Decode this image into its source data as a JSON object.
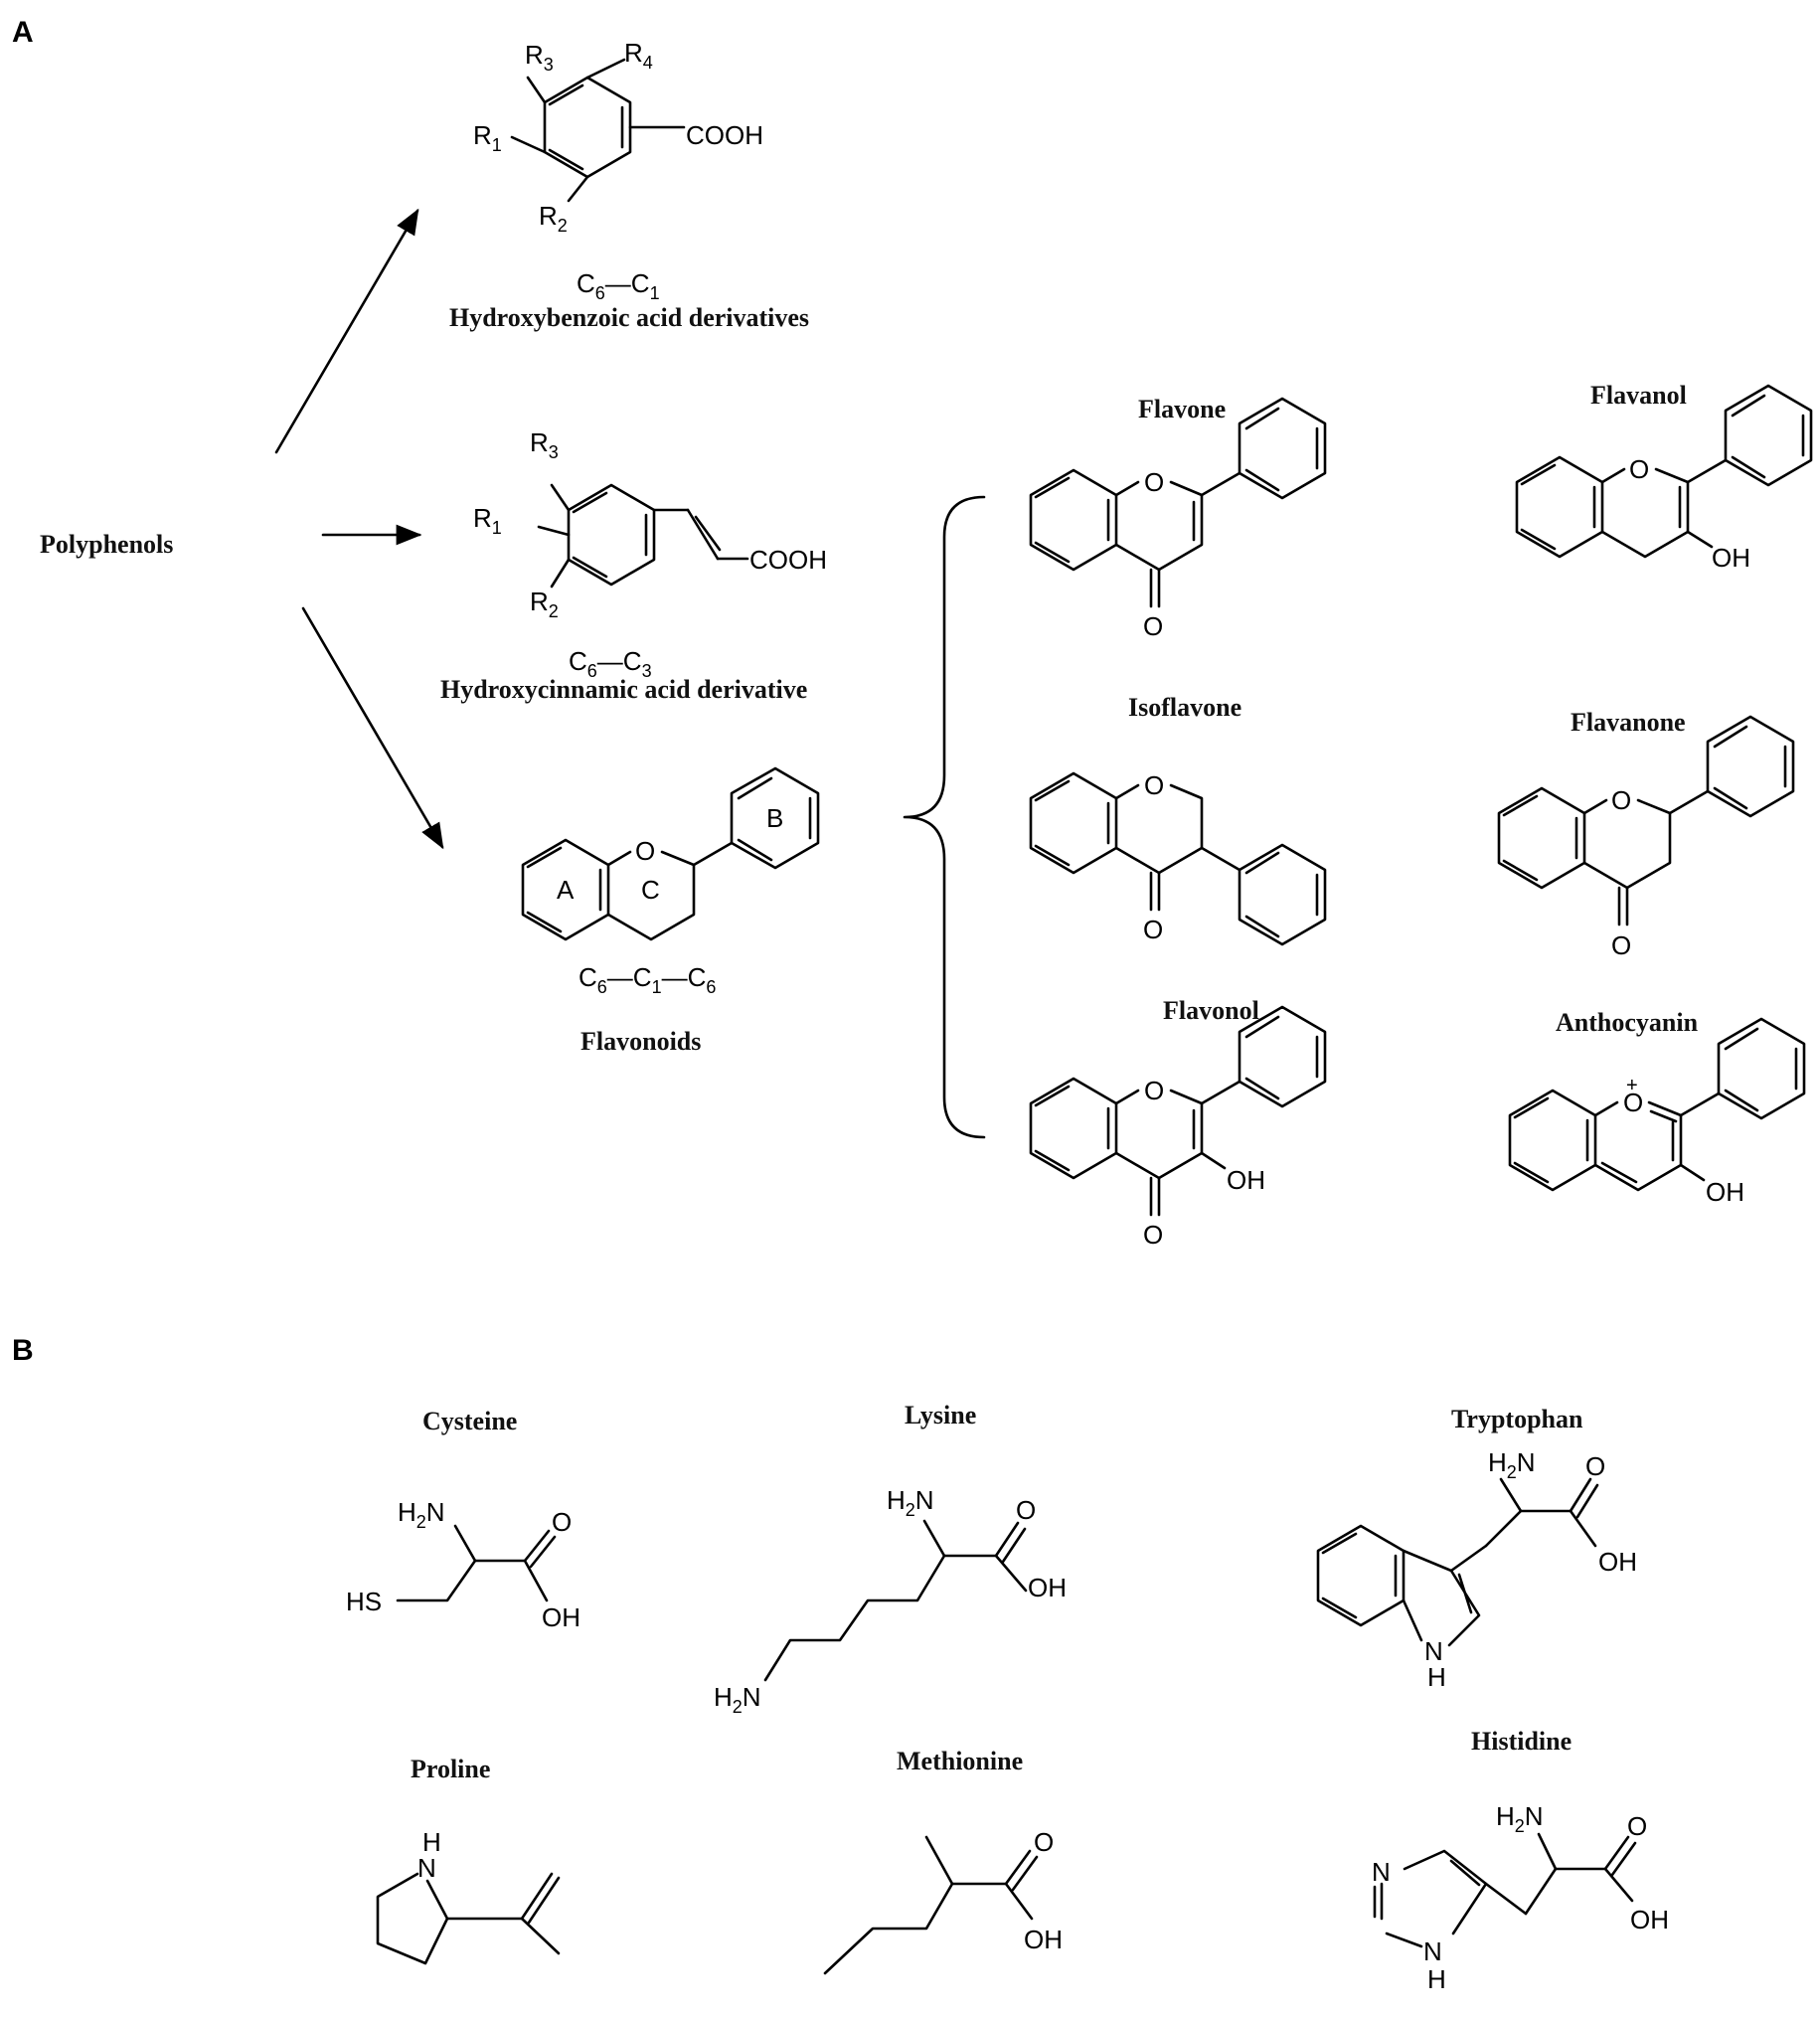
{
  "panel_a": {
    "label": "A",
    "root": "Polyphenols",
    "hydroxybenzoic": {
      "r1": "R",
      "r1s": "1",
      "r2": "R",
      "r2s": "2",
      "r3": "R",
      "r3s": "3",
      "r4": "R",
      "r4s": "4",
      "acid": "COOH",
      "formula": {
        "a": "C",
        "as": "6",
        "b": "C",
        "bs": "1"
      },
      "name": "Hydroxybenzoic acid derivatives"
    },
    "hydroxycinnamic": {
      "r1": "R",
      "r1s": "1",
      "r2": "R",
      "r2s": "2",
      "r3": "R",
      "r3s": "3",
      "acid": "COOH",
      "formula": {
        "a": "C",
        "as": "6",
        "b": "C",
        "bs": "3"
      },
      "name": "Hydroxycinnamic acid derivative"
    },
    "flavonoids": {
      "ring_a": "A",
      "ring_b": "B",
      "ring_c": "C",
      "oxygen": "O",
      "formula": {
        "a": "C",
        "as": "6",
        "b": "C",
        "bs": "1",
        "c": "C",
        "cs": "6"
      },
      "name": "Flavonoids"
    },
    "classes": [
      {
        "name": "Flavone",
        "o": "O",
        "carbonyl": "O"
      },
      {
        "name": "Flavanol",
        "o": "O",
        "oh": "OH"
      },
      {
        "name": "Isoflavone",
        "o": "O",
        "carbonyl": "O"
      },
      {
        "name": "Flavanone",
        "o": "O",
        "carbonyl": "O"
      },
      {
        "name": "Flavonol",
        "o": "O",
        "carbonyl": "O",
        "oh": "OH"
      },
      {
        "name": "Anthocyanin",
        "o": "O",
        "plus": "+",
        "oh": "OH"
      }
    ]
  },
  "panel_b": {
    "label": "B",
    "amino_acids": [
      {
        "name": "Cysteine",
        "amine": "H",
        "amine_s": "2",
        "amine_n": "N",
        "o": "O",
        "oh": "OH",
        "side": "HS"
      },
      {
        "name": "Lysine",
        "amine": "H",
        "amine_s": "2",
        "amine_n": "N",
        "o": "O",
        "oh": "OH",
        "side": "H",
        "side_s": "2",
        "side_n": "N"
      },
      {
        "name": "Tryptophan",
        "amine": "H",
        "amine_s": "2",
        "amine_n": "N",
        "o": "O",
        "oh": "OH",
        "nh_h": "H",
        "nh_n": "N"
      },
      {
        "name": "Proline",
        "ring_h": "H",
        "ring_n": "N"
      },
      {
        "name": "Methionine",
        "o": "O",
        "oh": "OH"
      },
      {
        "name": "Histidine",
        "amine": "H",
        "amine_s": "2",
        "amine_n": "N",
        "o": "O",
        "oh": "OH",
        "ring_n": "N",
        "nh_h": "H",
        "nh_n": "N"
      }
    ]
  }
}
